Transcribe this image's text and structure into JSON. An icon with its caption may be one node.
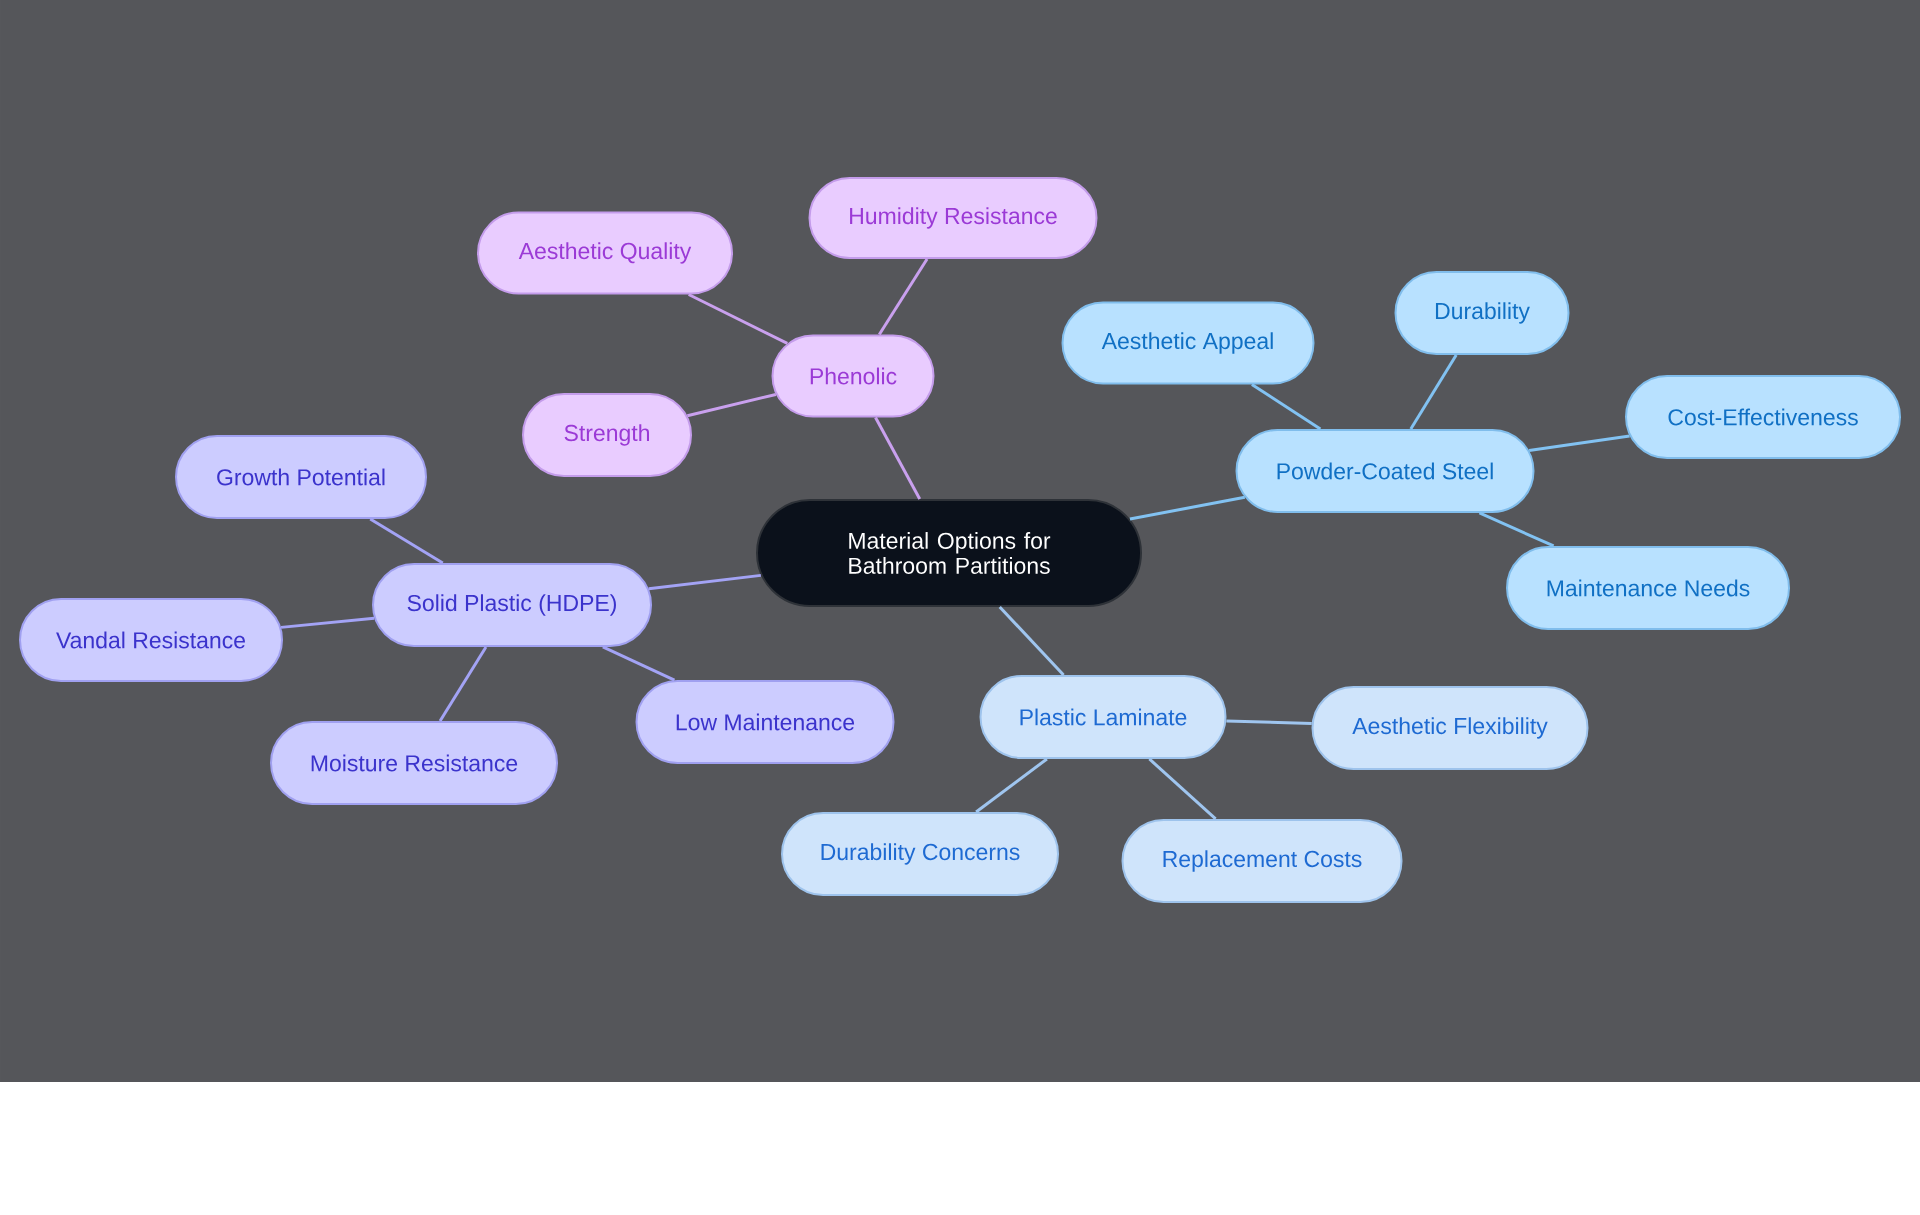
{
  "diagram": {
    "nodes": [
      {
        "text": [
          "Material Options for Bathroom Partitions"
        ]
      },
      {
        "text": [
          "Phenolic"
        ]
      },
      {
        "text": [
          "Humidity Resistance"
        ]
      },
      {
        "text": [
          "Aesthetic Quality"
        ]
      },
      {
        "text": [
          "Strength"
        ]
      },
      {
        "text": [
          "Solid Plastic (HDPE)"
        ]
      },
      {
        "text": [
          "Growth Potential"
        ]
      },
      {
        "text": [
          "Vandal Resistance"
        ]
      },
      {
        "text": [
          "Moisture Resistance"
        ]
      },
      {
        "text": [
          "Low Maintenance"
        ]
      },
      {
        "text": [
          "Powder-Coated Steel"
        ]
      },
      {
        "text": [
          "Aesthetic Appeal"
        ]
      },
      {
        "text": [
          "Durability"
        ]
      },
      {
        "text": [
          "Cost-Effectiveness"
        ]
      },
      {
        "text": [
          "Maintenance Needs"
        ]
      },
      {
        "text": [
          "Plastic Laminate"
        ]
      },
      {
        "text": [
          "Aesthetic Flexibility"
        ]
      },
      {
        "text": [
          "Durability Concerns"
        ]
      },
      {
        "text": [
          "Replacement Costs"
        ]
      }
    ],
    "edges": [
      {
        "from": 0,
        "to": 1,
        "arrow": "none",
        "color": "#c9a0ee"
      },
      {
        "from": 1,
        "to": 2,
        "arrow": "none",
        "color": "#c9a0ee"
      },
      {
        "from": 1,
        "to": 3,
        "arrow": "none",
        "color": "#c9a0ee"
      },
      {
        "from": 1,
        "to": 4,
        "arrow": "none",
        "color": "#c9a0ee"
      },
      {
        "from": 0,
        "to": 5,
        "arrow": "none",
        "color": "#a3a3f5"
      },
      {
        "from": 5,
        "to": 6,
        "arrow": "none",
        "color": "#a3a3f5"
      },
      {
        "from": 5,
        "to": 7,
        "arrow": "none",
        "color": "#a3a3f5"
      },
      {
        "from": 5,
        "to": 8,
        "arrow": "none",
        "color": "#a3a3f5"
      },
      {
        "from": 5,
        "to": 9,
        "arrow": "none",
        "color": "#a3a3f5"
      },
      {
        "from": 0,
        "to": 10,
        "arrow": "none",
        "color": "#82c2f2"
      },
      {
        "from": 10,
        "to": 11,
        "arrow": "none",
        "color": "#82c2f2"
      },
      {
        "from": 10,
        "to": 12,
        "arrow": "none",
        "color": "#82c2f2"
      },
      {
        "from": 10,
        "to": 13,
        "arrow": "none",
        "color": "#82c2f2"
      },
      {
        "from": 10,
        "to": 14,
        "arrow": "none",
        "color": "#82c2f2"
      },
      {
        "from": 0,
        "to": 15,
        "arrow": "none",
        "color": "#9fc5ef"
      },
      {
        "from": 15,
        "to": 16,
        "arrow": "none",
        "color": "#9fc5ef"
      },
      {
        "from": 15,
        "to": 17,
        "arrow": "none",
        "color": "#9fc5ef"
      },
      {
        "from": 15,
        "to": 18,
        "arrow": "none",
        "color": "#9fc5ef"
      }
    ]
  }
}
